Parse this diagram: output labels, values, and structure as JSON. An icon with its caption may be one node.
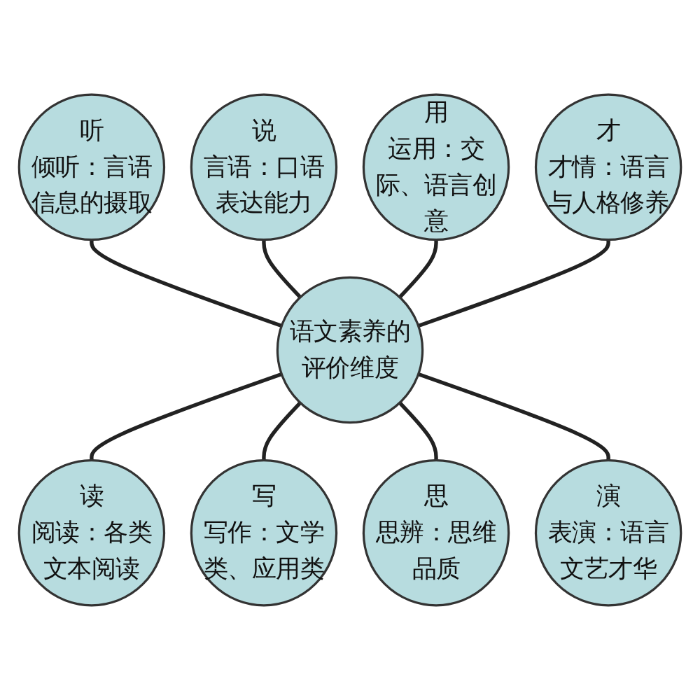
{
  "diagram": {
    "nodes": [
      {
        "text": [
          "语文素养的评价维度"
        ]
      },
      {
        "text": [
          "听",
          "倾听：言语信息的摄取"
        ]
      },
      {
        "text": [
          "说",
          "言语：口语表达能力"
        ]
      },
      {
        "text": [
          "读",
          "阅读：各类文本阅读"
        ]
      },
      {
        "text": [
          "写",
          "写作：文学类、应用类"
        ]
      },
      {
        "text": [
          "思",
          "思辨：思维品质"
        ]
      },
      {
        "text": [
          "演",
          "表演：语言文艺才华"
        ]
      },
      {
        "text": [
          "用",
          "运用：交际、语言创意"
        ]
      },
      {
        "text": [
          "才",
          "才情：语言与人格修养"
        ]
      }
    ],
    "edges": [
      {
        "from": 1,
        "to": 0,
        "arrow": "none"
      },
      {
        "from": 2,
        "to": 0,
        "arrow": "none"
      },
      {
        "from": 0,
        "to": 3,
        "arrow": "none"
      },
      {
        "from": 0,
        "to": 4,
        "arrow": "none"
      },
      {
        "from": 0,
        "to": 5,
        "arrow": "none"
      },
      {
        "from": 0,
        "to": 6,
        "arrow": "none"
      },
      {
        "from": 7,
        "to": 0,
        "arrow": "none"
      },
      {
        "from": 8,
        "to": 0,
        "arrow": "none"
      }
    ]
  }
}
